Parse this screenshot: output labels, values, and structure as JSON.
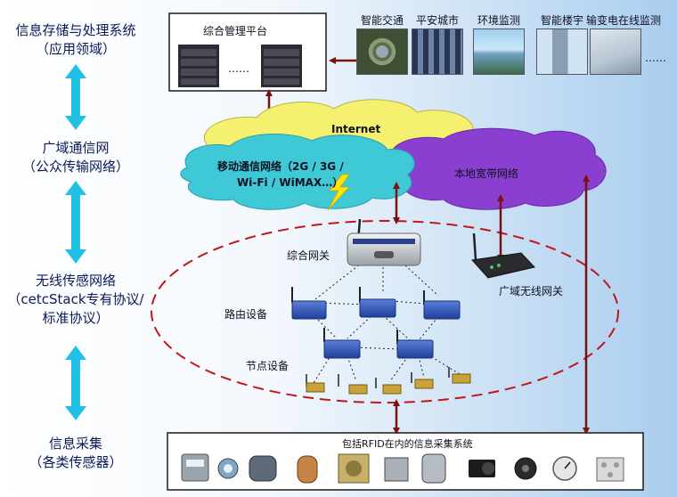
{
  "layers": [
    {
      "line1": "信息存储与处理系统",
      "line2": "（应用领域）"
    },
    {
      "line1": "广域通信网",
      "line2": "（公众传输网络）"
    },
    {
      "line1": "无线传感网络",
      "line2": "（cetcStack专有协议/",
      "line3": "标准协议）"
    },
    {
      "line1": "信息采集",
      "line2": "（各类传感器）"
    }
  ],
  "platform": {
    "title": "综合管理平台",
    "dots": "……"
  },
  "apps": [
    {
      "label": "智能交通",
      "icon": "traffic-interchange-photo"
    },
    {
      "label": "平安城市",
      "icon": "cctv-wall-photo"
    },
    {
      "label": "环境监测",
      "icon": "environment-photo"
    },
    {
      "label": "智能楼宇",
      "icon": "building-photo"
    },
    {
      "label": "输变电在线监测",
      "icon": "power-line-photo"
    }
  ],
  "apps_more": "……",
  "clouds": {
    "internet": "Internet",
    "mobile_line1": "移动通信网络（2G / 3G /",
    "mobile_line2": "Wi-Fi / WiMAX…）",
    "broadband": "本地宽带网络"
  },
  "devices": {
    "gateway": "综合网关",
    "wan_gateway": "广域无线网关",
    "router": "路由设备",
    "node": "节点设备"
  },
  "collection": {
    "title": "包括RFID在内的信息采集系统"
  },
  "colors": {
    "layer_arrow": "#21c1e6",
    "dark_arrow": "#7a1010",
    "mobile_cloud": "#3fc9d6",
    "internet_cloud": "#f5f06e",
    "broadband_cloud": "#8a3fd1",
    "ellipse": "#c0161c"
  }
}
